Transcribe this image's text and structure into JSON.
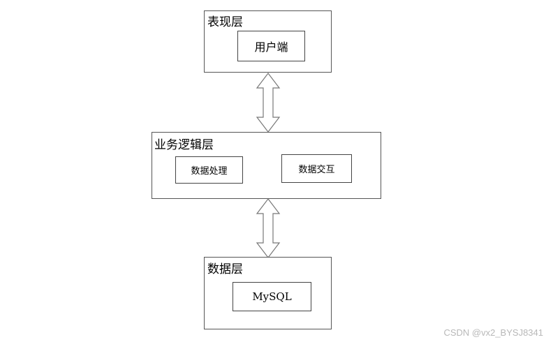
{
  "layers": {
    "presentation": {
      "title": "表现层",
      "box": "用户端"
    },
    "business": {
      "title": "业务逻辑层",
      "box1": "数据处理",
      "box2": "数据交互"
    },
    "data": {
      "title": "数据层",
      "box": "MySQL"
    }
  },
  "watermark": "CSDN @vx2_BYSJ8341"
}
